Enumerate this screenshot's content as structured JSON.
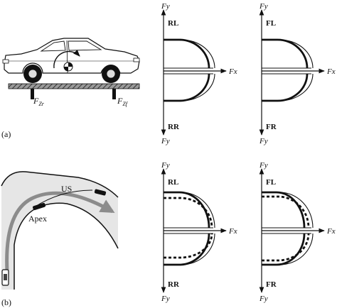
{
  "panel_a": {
    "label": "(a)",
    "force_rear": "F",
    "force_rear_sub": "Zr",
    "force_front": "F",
    "force_front_sub": "Zf"
  },
  "panel_b": {
    "label": "(b)",
    "us_label": "US",
    "apex_label": "Apex"
  },
  "axes": {
    "fy": "Fy",
    "fx": "Fx"
  },
  "wheels": {
    "rl": "RL",
    "rr": "RR",
    "fl": "FL",
    "fr": "FR"
  },
  "colors": {
    "ink": "#111111",
    "road": "#e6e6e6",
    "path_arrow": "#8c8c8c"
  }
}
